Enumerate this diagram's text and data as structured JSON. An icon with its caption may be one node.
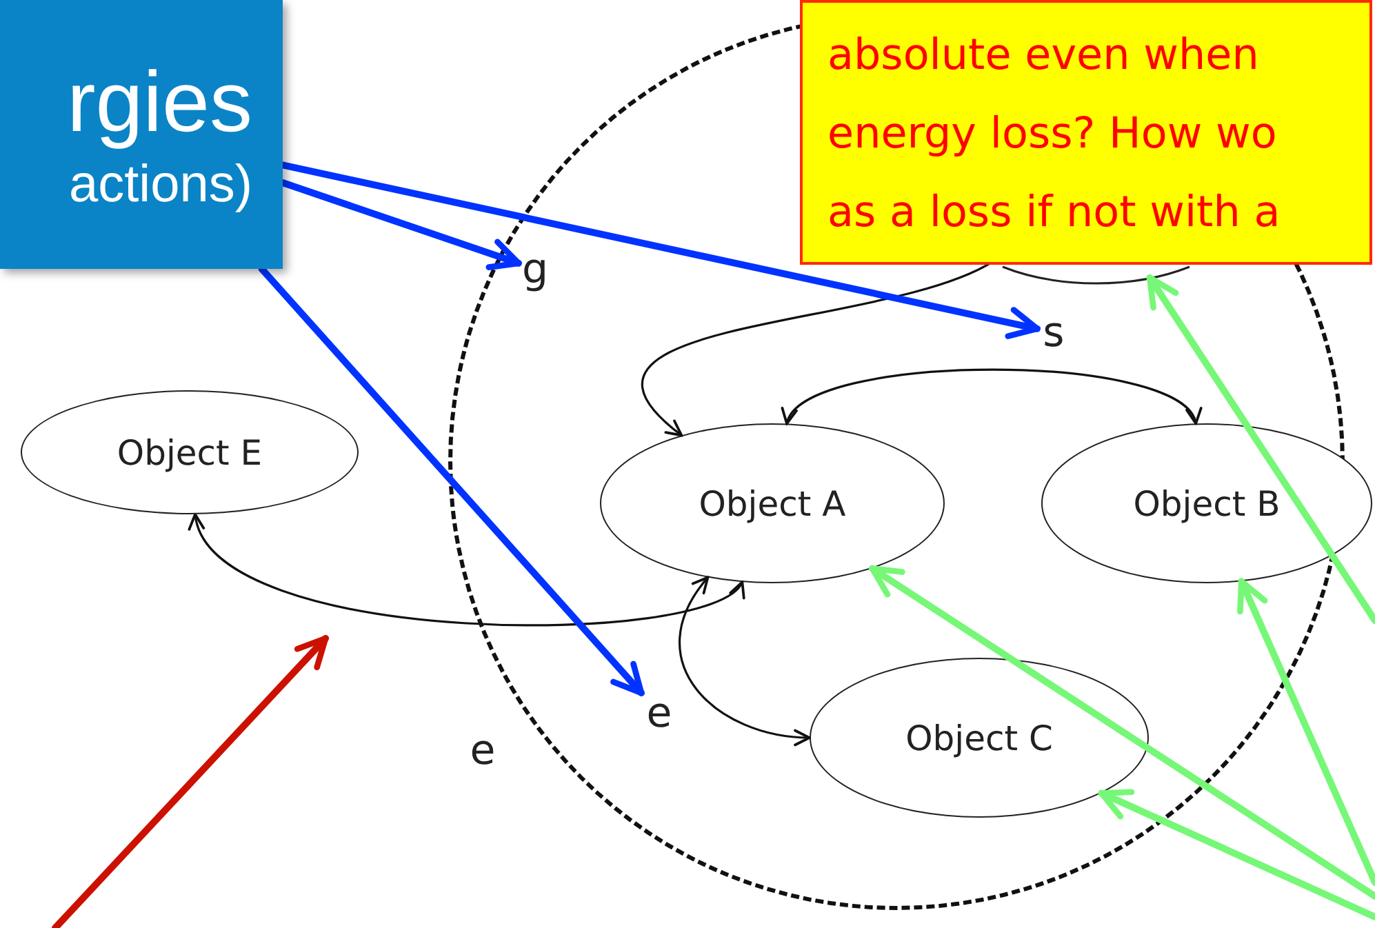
{
  "diagram": {
    "nodes": [
      {
        "text": [
          "rgies",
          "actions)"
        ]
      },
      {
        "text": [
          "absolute even when energy loss? How wo as a loss if not with a"
        ]
      },
      {
        "text": [],
        "shape": "circle"
      },
      {
        "text": [],
        "shape": "circle",
        "in": 2
      },
      {
        "text": [
          "Object E"
        ]
      },
      {
        "text": [
          "Object A"
        ],
        "in": 2
      },
      {
        "text": [
          "Object B"
        ],
        "in": 2
      },
      {
        "text": [
          "Object C"
        ],
        "in": 2
      },
      {
        "text": [
          "g"
        ],
        "in": 2
      },
      {
        "text": [
          "s"
        ],
        "in": 2
      },
      {
        "text": [
          "e"
        ],
        "in": 2
      }
    ],
    "edges": [
      {
        "from": 3,
        "to": 5,
        "arrow": "to"
      },
      {
        "from": 5,
        "to": 6,
        "arrow": "both"
      },
      {
        "from": 4,
        "to": 5,
        "arrow": "both",
        "label": "e"
      },
      {
        "from": 5,
        "to": 7,
        "arrow": "both"
      },
      {
        "from": 0,
        "to": 8,
        "arrow": "to",
        "color": "#0033ff"
      },
      {
        "from": 0,
        "to": 9,
        "arrow": "to",
        "color": "#0033ff"
      },
      {
        "from": 0,
        "to": 10,
        "arrow": "to",
        "color": "#0033ff"
      },
      {
        "from": null,
        "to": 3,
        "arrow": "to",
        "color": "#77f777"
      },
      {
        "from": null,
        "to": 6,
        "arrow": "to",
        "color": "#77f777"
      },
      {
        "from": null,
        "to": 5,
        "arrow": "to",
        "color": "#77f777"
      },
      {
        "from": null,
        "to": 7,
        "arrow": "to",
        "color": "#77f777"
      }
    ]
  }
}
